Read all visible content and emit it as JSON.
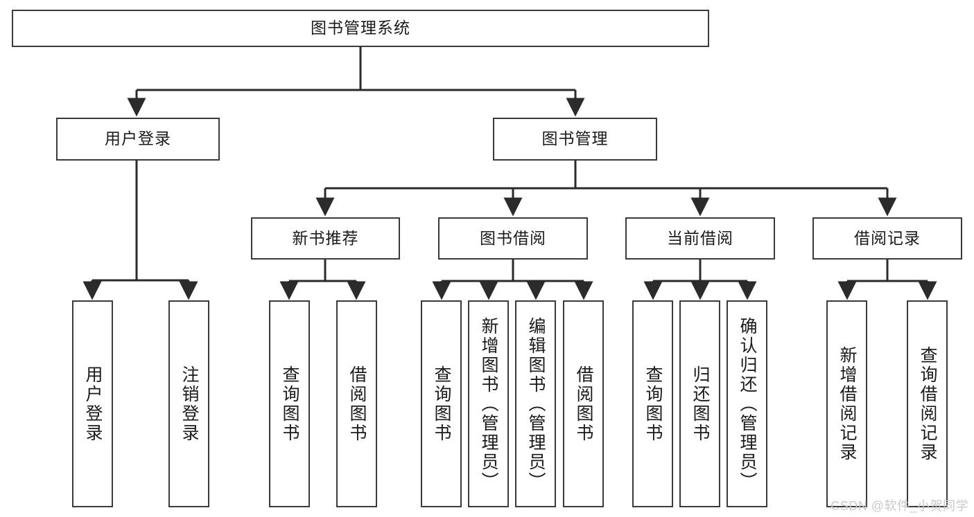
{
  "diagram": {
    "title": "图书管理系统",
    "type": "tree-hierarchy",
    "watermark": "CSDN @软件_小贺同学",
    "colors": {
      "box_border": "#3a3a3a",
      "box_fill": "#ffffff",
      "connector": "#2b2b2b",
      "text": "#1a1a1a",
      "watermark": "#c9c9c9",
      "background": "#ffffff"
    },
    "nodes": {
      "root": {
        "label": "图书管理系统"
      },
      "level2": [
        {
          "id": "user-login",
          "label": "用户登录"
        },
        {
          "id": "book-manage",
          "label": "图书管理"
        }
      ],
      "level3": [
        {
          "id": "new-book-rec",
          "label": "新书推荐"
        },
        {
          "id": "book-borrow",
          "label": "图书借阅"
        },
        {
          "id": "current-borrow",
          "label": "当前借阅"
        },
        {
          "id": "borrow-record",
          "label": "借阅记录"
        }
      ],
      "leaves": {
        "user-login": [
          {
            "id": "leaf-user-login",
            "label": "用户登录"
          },
          {
            "id": "leaf-logout-login",
            "label": "注销登录"
          }
        ],
        "new-book-rec": [
          {
            "id": "leaf-query-book-1",
            "label": "查询图书"
          },
          {
            "id": "leaf-borrow-book-1",
            "label": "借阅图书"
          }
        ],
        "book-borrow": [
          {
            "id": "leaf-query-book-2",
            "label": "查询图书"
          },
          {
            "id": "leaf-add-book",
            "label": "新增图书（管理员）"
          },
          {
            "id": "leaf-edit-book",
            "label": "编辑图书（管理员）"
          },
          {
            "id": "leaf-borrow-book-2",
            "label": "借阅图书"
          }
        ],
        "current-borrow": [
          {
            "id": "leaf-query-book-3",
            "label": "查询图书"
          },
          {
            "id": "leaf-return-book",
            "label": "归还图书"
          },
          {
            "id": "leaf-confirm-return",
            "label": "确认归还（管理员）"
          }
        ],
        "borrow-record": [
          {
            "id": "leaf-add-record",
            "label": "新增借阅记录"
          },
          {
            "id": "leaf-query-record",
            "label": "查询借阅记录"
          }
        ]
      }
    }
  }
}
